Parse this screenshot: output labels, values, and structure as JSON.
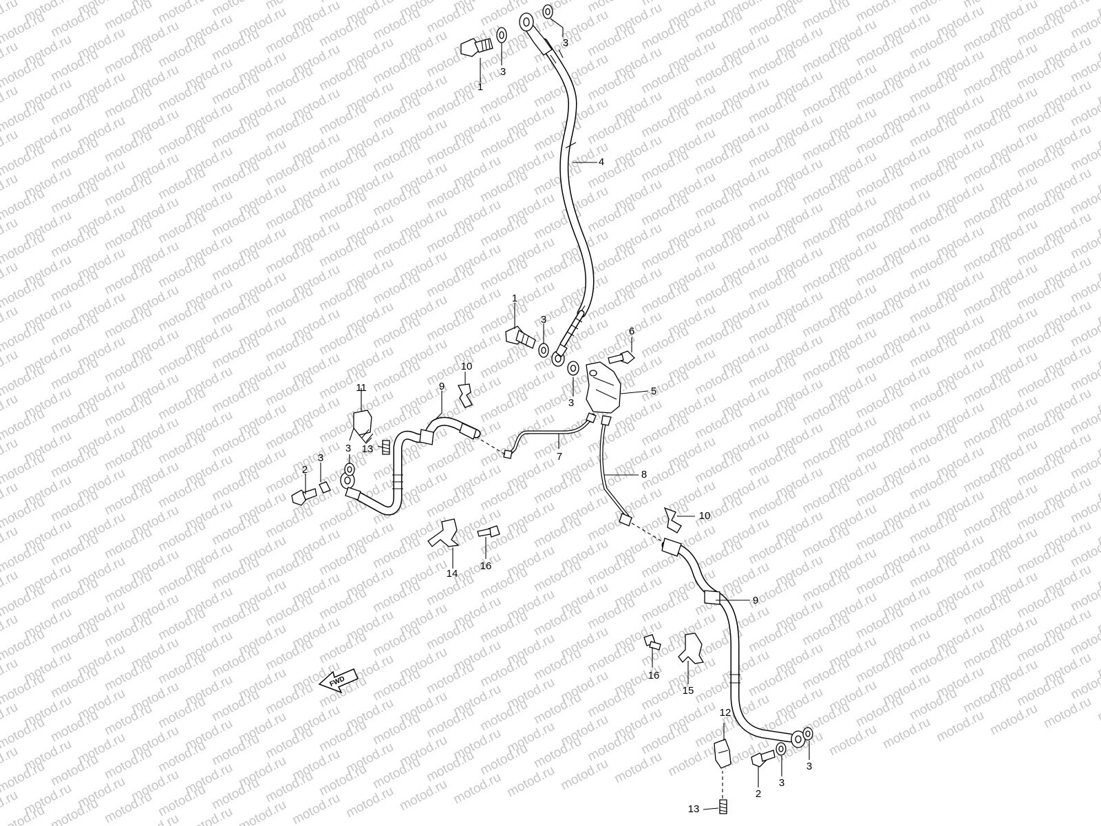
{
  "watermark": "motod.ru",
  "fwd_label": "FWD",
  "callouts": [
    {
      "id": "c1a",
      "num": "1"
    },
    {
      "id": "c3a",
      "num": "3"
    },
    {
      "id": "c3b",
      "num": "3"
    },
    {
      "id": "c4",
      "num": "4"
    },
    {
      "id": "c1b",
      "num": "1"
    },
    {
      "id": "c3c",
      "num": "3"
    },
    {
      "id": "c6",
      "num": "6"
    },
    {
      "id": "c5",
      "num": "5"
    },
    {
      "id": "c3d",
      "num": "3"
    },
    {
      "id": "c10a",
      "num": "10"
    },
    {
      "id": "c9a",
      "num": "9"
    },
    {
      "id": "c11",
      "num": "11"
    },
    {
      "id": "c13a",
      "num": "13"
    },
    {
      "id": "c3e",
      "num": "3"
    },
    {
      "id": "c2a",
      "num": "2"
    },
    {
      "id": "c3f",
      "num": "3"
    },
    {
      "id": "c7",
      "num": "7"
    },
    {
      "id": "c8",
      "num": "8"
    },
    {
      "id": "c14",
      "num": "14"
    },
    {
      "id": "c16a",
      "num": "16"
    },
    {
      "id": "c10b",
      "num": "10"
    },
    {
      "id": "c9b",
      "num": "9"
    },
    {
      "id": "c16b",
      "num": "16"
    },
    {
      "id": "c15",
      "num": "15"
    },
    {
      "id": "c12",
      "num": "12"
    },
    {
      "id": "c2b",
      "num": "2"
    },
    {
      "id": "c3g",
      "num": "3"
    },
    {
      "id": "c3h",
      "num": "3"
    },
    {
      "id": "c13b",
      "num": "13"
    }
  ]
}
